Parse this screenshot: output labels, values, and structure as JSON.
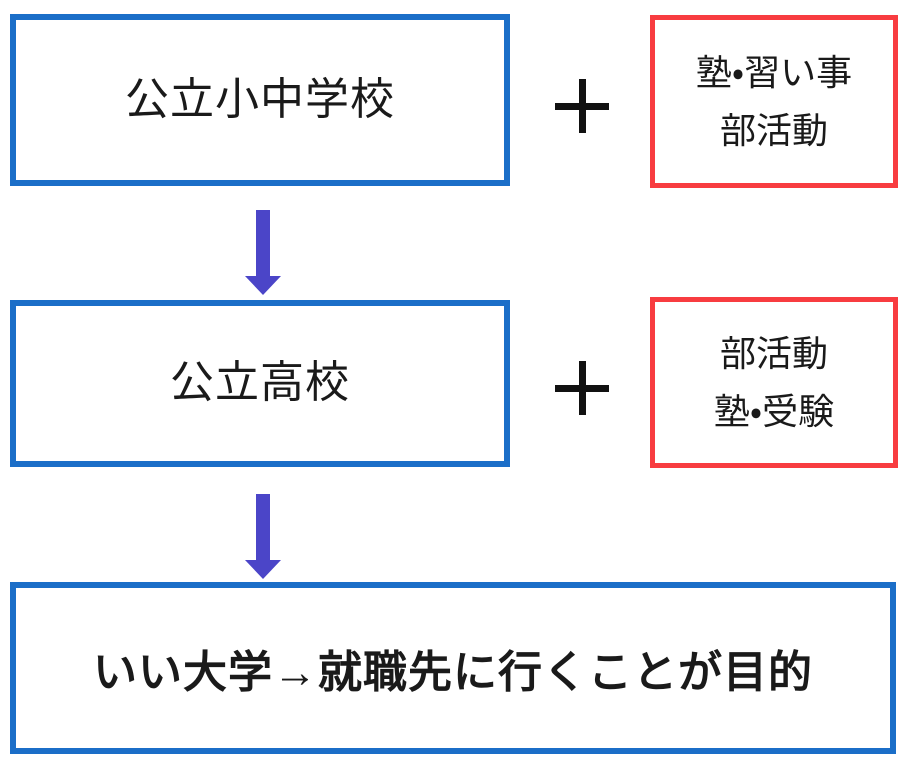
{
  "colors": {
    "blue-border": "#1B6EC8",
    "red-border": "#F83C40",
    "arrow-color": "#4B45C8",
    "plus-color": "#111111",
    "text-color": "#1A1A1A"
  },
  "flow": {
    "stage1": {
      "school": "公立小中学校",
      "extras": [
        "塾・習い事",
        "部活動"
      ]
    },
    "stage2": {
      "school": "公立高校",
      "extras": [
        "部活動",
        "塾・受験"
      ]
    },
    "goal": "いい大学→就職先に行くことが目的"
  }
}
